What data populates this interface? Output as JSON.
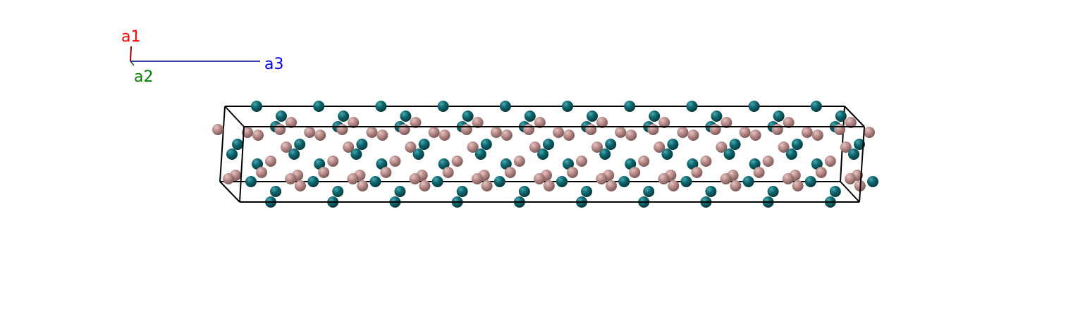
{
  "axes": {
    "a1": {
      "label": "a1",
      "color": "#ff0000",
      "line_color": "#8b0000"
    },
    "a2": {
      "label": "a2",
      "color": "#008000",
      "line_color": "#006400"
    },
    "a3": {
      "label": "a3",
      "color": "#0000ff",
      "line_color": "#00008b"
    }
  },
  "atoms": {
    "species_a_color": "#0e6a72",
    "species_b_color": "#b88a88"
  },
  "cell_edge_color": "#000000"
}
